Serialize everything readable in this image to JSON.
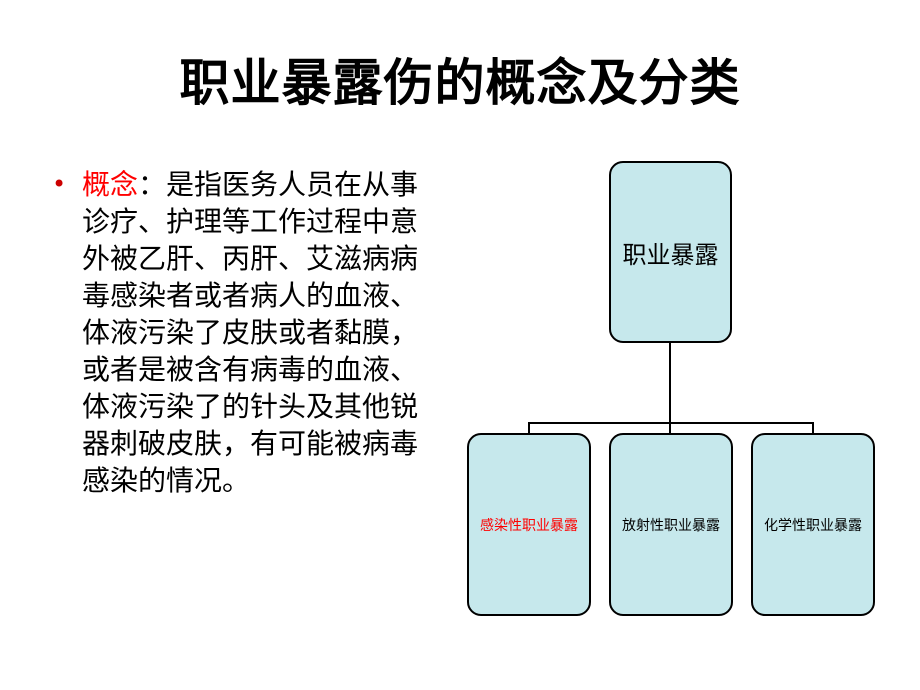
{
  "slide": {
    "title": "职业暴露伤的概念及分类"
  },
  "definition": {
    "bullet_symbol": "•",
    "term": "概念",
    "separator": "：",
    "text": "是指医务人员在从事诊疗、护理等工作过程中意外被乙肝、丙肝、艾滋病病毒感染者或者病人的血液、体液污染了皮肤或者黏膜，或者是被含有病毒的血液、体液污染了的针头及其他锐器刺破皮肤，有可能被病毒感染的情况。",
    "colors": {
      "term": "#ff0000",
      "bullet": "#cc0000",
      "text": "#000000"
    }
  },
  "diagram": {
    "root": "职业暴露",
    "children": [
      {
        "label": "感染性职业暴露",
        "color": "#ff0000"
      },
      {
        "label": "放射性职业暴露",
        "color": "#000000"
      },
      {
        "label": "化学性职业暴露",
        "color": "#000000"
      }
    ],
    "colors": {
      "node_fill": "#c6e8ec",
      "node_border": "#000000",
      "connector": "#000000"
    }
  }
}
